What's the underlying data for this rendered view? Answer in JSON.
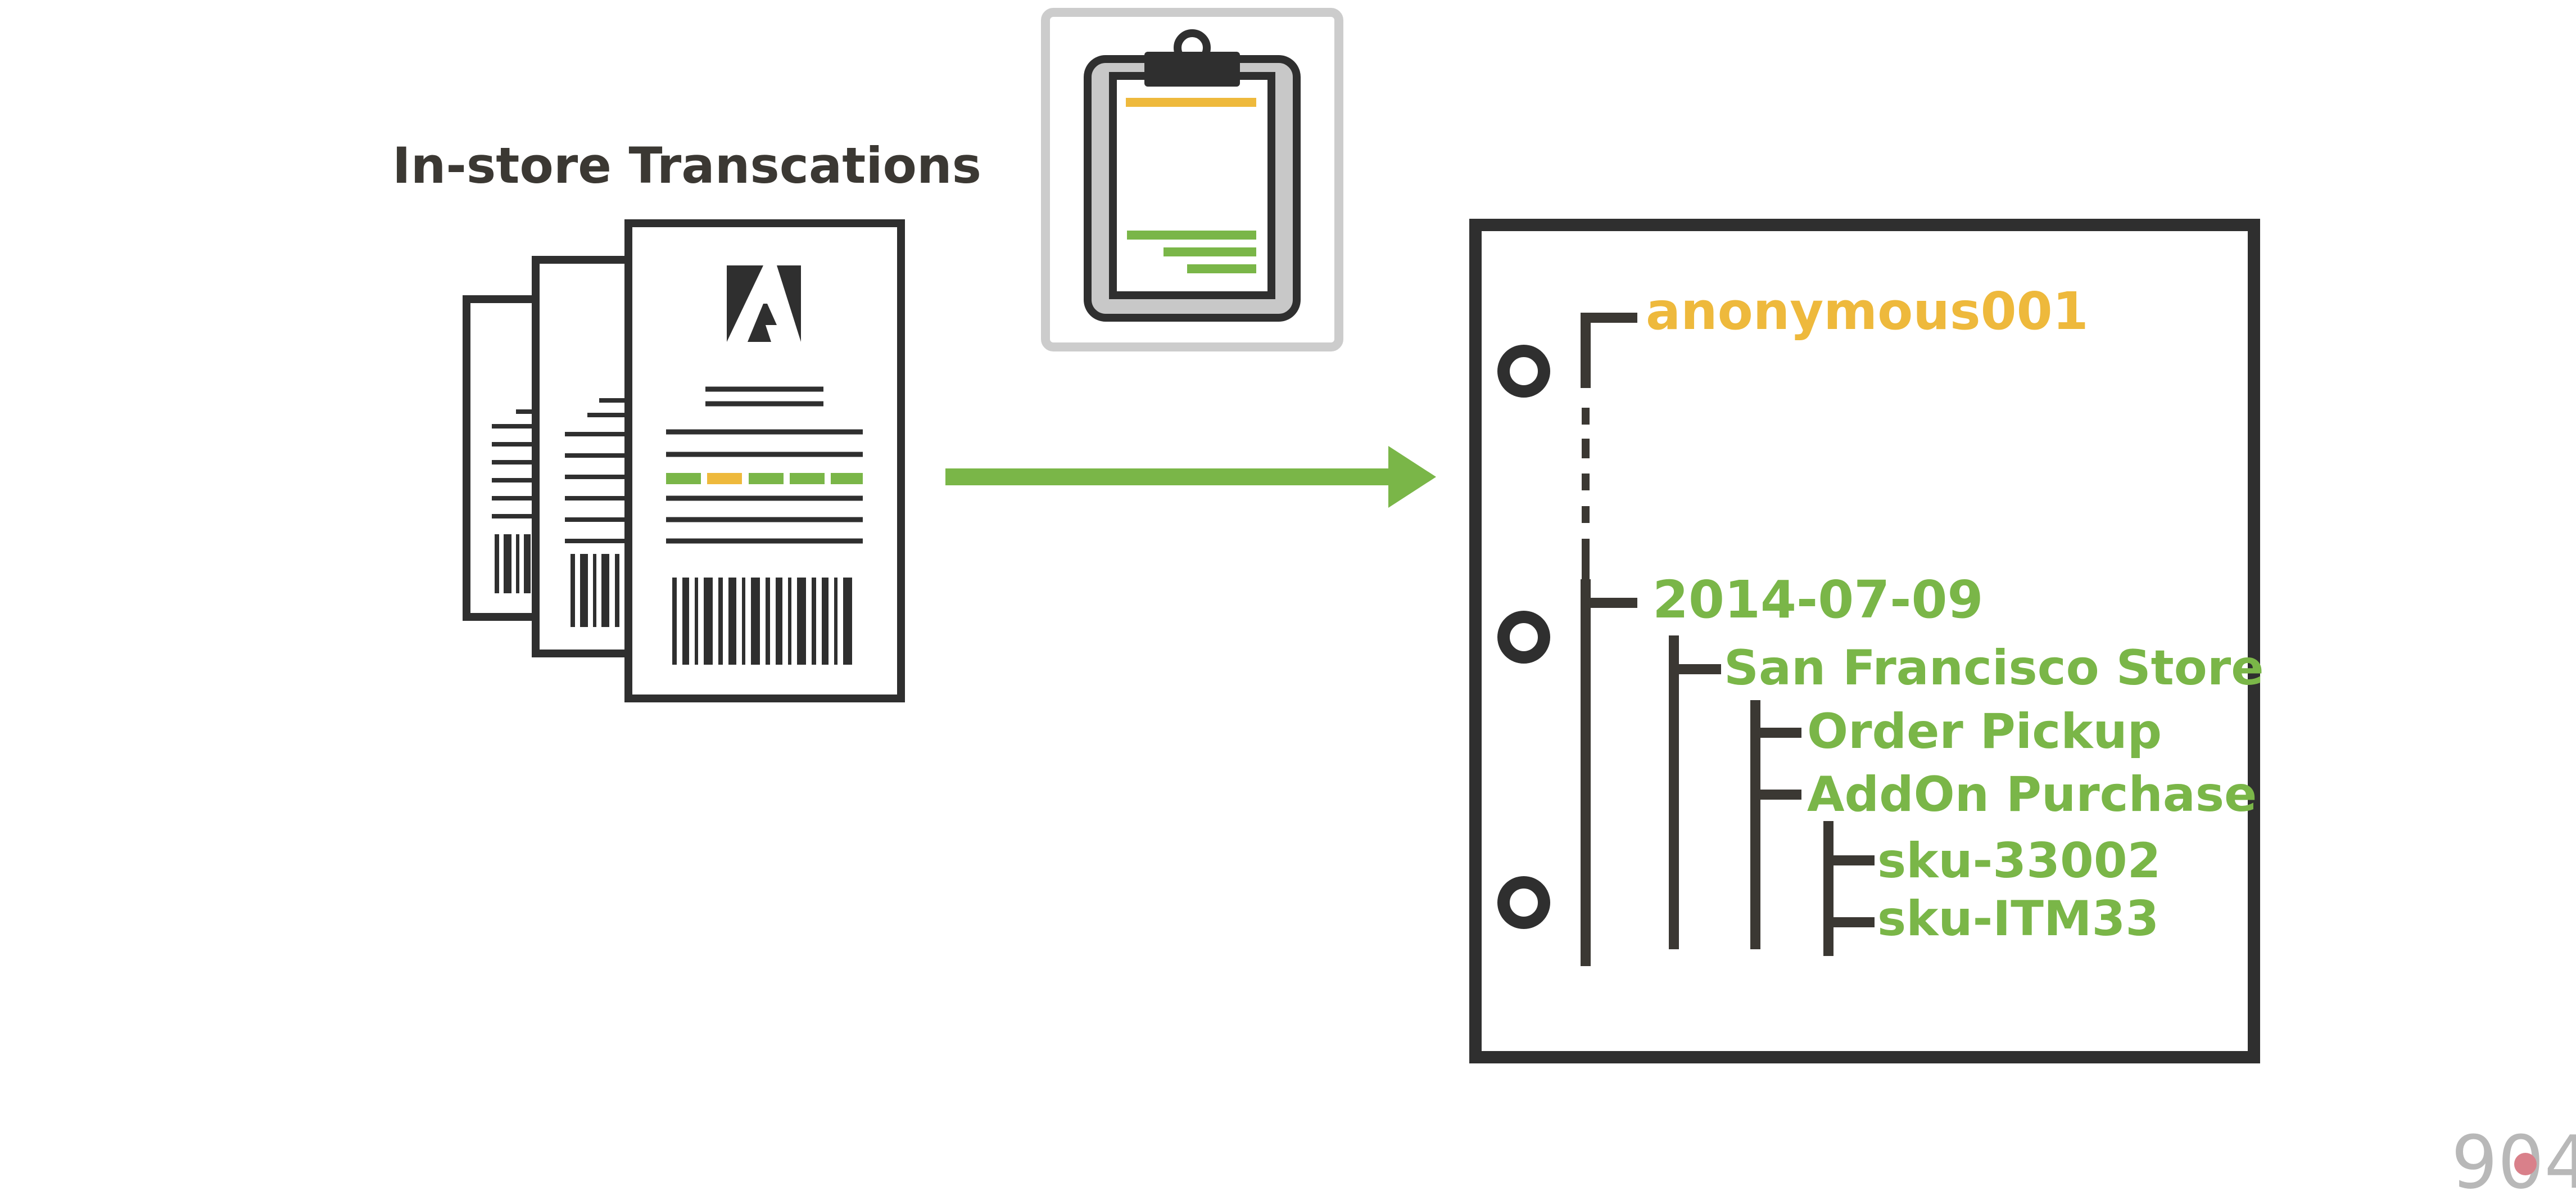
{
  "colors": {
    "ink": "#3b3833",
    "frame": "#2f2f2f",
    "green": "#7ab648",
    "yellow": "#eeb93c",
    "clipboard_border": "#cccccc",
    "clipboard_fill": "#c8c8c8",
    "watermark_dot": "#d9808a"
  },
  "receipts": {
    "title": "In-store Transcations",
    "logo_icon": "adobe-logo-icon",
    "barcode_icon": "barcode-icon"
  },
  "clipboard": {
    "icon": "clipboard-icon"
  },
  "arrow": {
    "icon": "arrow-right-icon"
  },
  "notebook": {
    "ring_icon": "binder-ring-icon",
    "nodes": [
      {
        "id": "user",
        "label": "anonymous001",
        "color": "yellow"
      },
      {
        "id": "date",
        "label": "2014-07-09",
        "color": "green"
      },
      {
        "id": "store",
        "label": "San Francisco Store",
        "color": "green"
      },
      {
        "id": "pickup",
        "label": "Order Pickup",
        "color": "green"
      },
      {
        "id": "addon",
        "label": "AddOn Purchase",
        "color": "green"
      },
      {
        "id": "sku1",
        "label": "sku-33002",
        "color": "green"
      },
      {
        "id": "sku2",
        "label": "sku-ITM33",
        "color": "green"
      }
    ]
  },
  "watermark": {
    "text": "904"
  }
}
